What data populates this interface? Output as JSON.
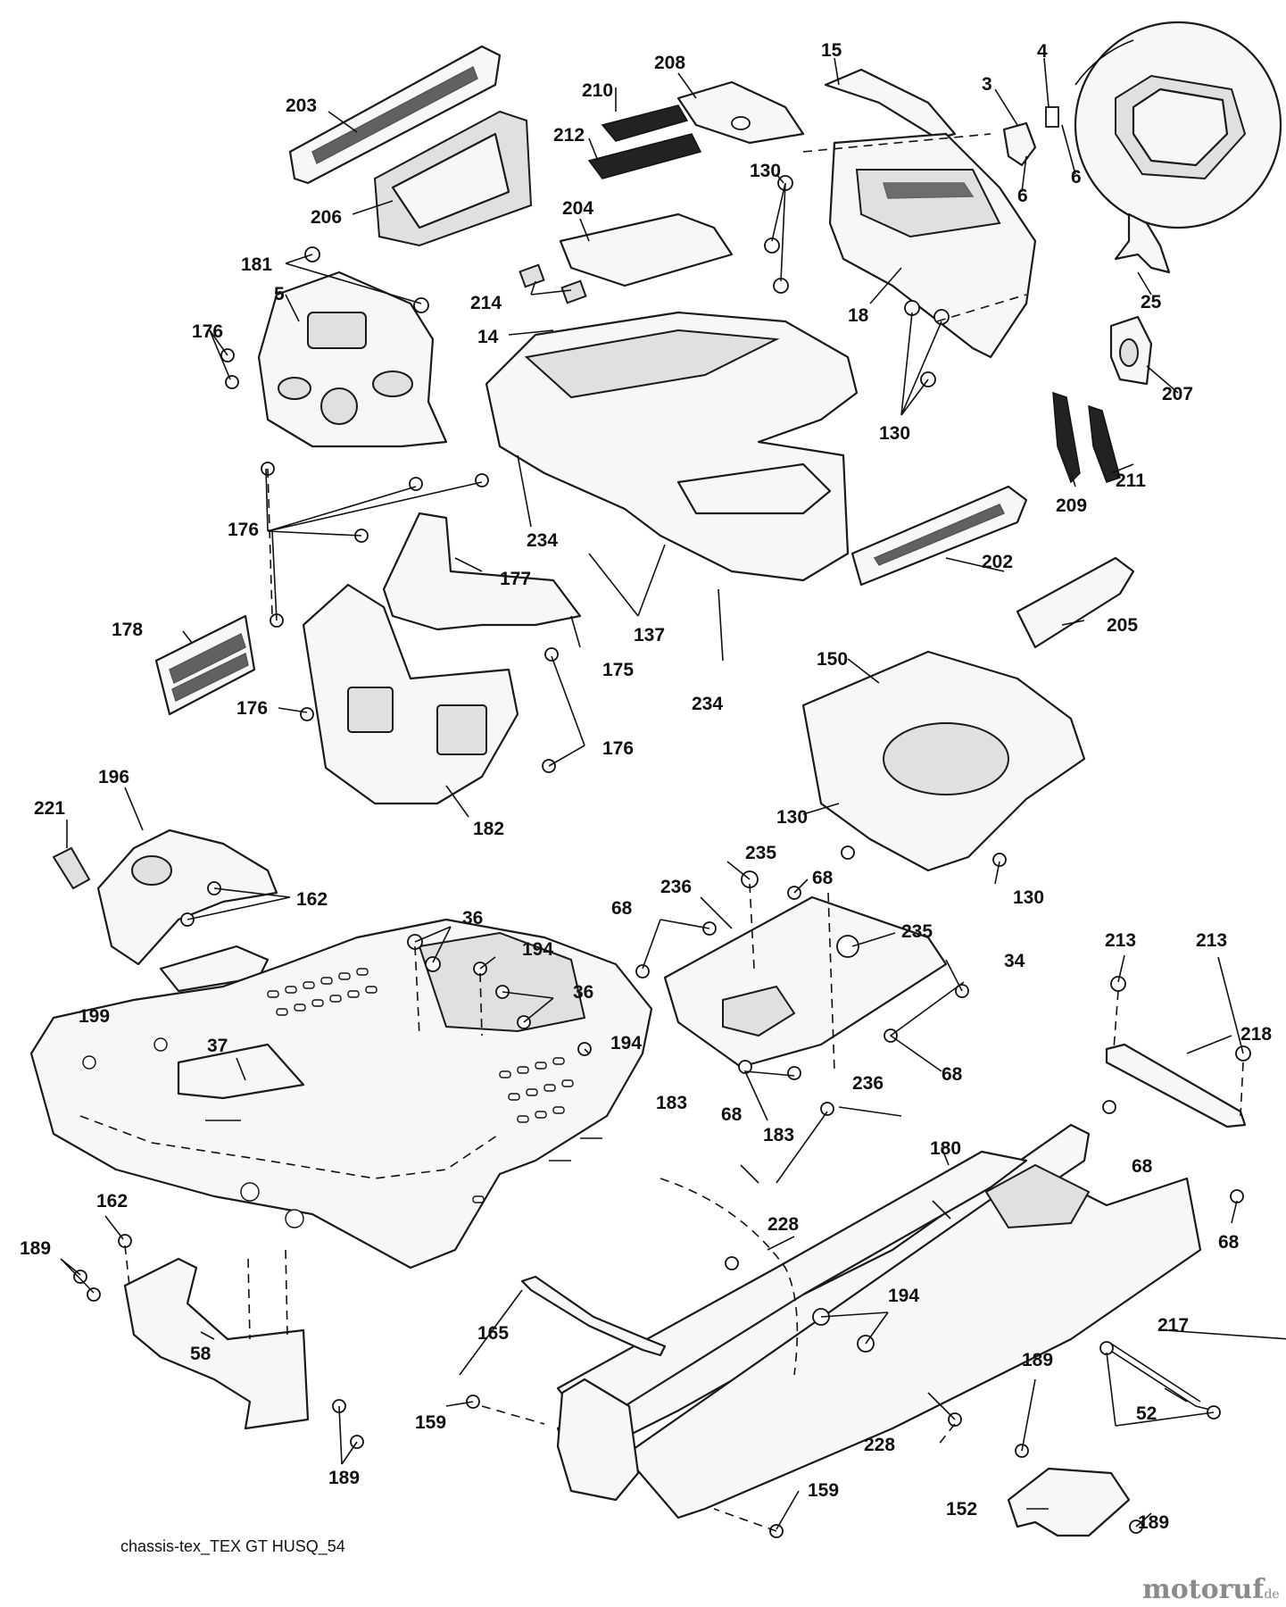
{
  "caption": "chassis-tex_TEX GT HUSQ_54",
  "watermark": {
    "main": "motoruf",
    "suffix": ".de"
  },
  "labels": {
    "l203": "203",
    "l206": "206",
    "l210": "210",
    "l212": "212",
    "l208": "208",
    "l15": "15",
    "l4": "4",
    "l3": "3",
    "l6a": "6",
    "l6b": "6",
    "l130a": "130",
    "l204": "204",
    "l214": "214",
    "l181": "181",
    "l5": "5",
    "l176a": "176",
    "l14": "14",
    "l18": "18",
    "l25": "25",
    "l130b": "130",
    "l207": "207",
    "l209": "209",
    "l211": "211",
    "l176b": "176",
    "l234a": "234",
    "l177": "177",
    "l137": "137",
    "l202": "202",
    "l178": "178",
    "l175": "175",
    "l234b": "234",
    "l205": "205",
    "l150": "150",
    "l176c": "176",
    "l176d": "176",
    "l182": "182",
    "l130c": "130",
    "l130d": "130",
    "l196": "196",
    "l221": "221",
    "l162a": "162",
    "l235a": "235",
    "l236a": "236",
    "l68a": "68",
    "l68b": "68",
    "l235b": "235",
    "l34": "34",
    "l36a": "36",
    "l194a": "194",
    "l36b": "36",
    "l199": "199",
    "l37": "37",
    "l194b": "194",
    "l68c": "68",
    "l213a": "213",
    "l213b": "213",
    "l218": "218",
    "l183a": "183",
    "l68d": "68",
    "l236b": "236",
    "l183b": "183",
    "l68e": "68",
    "l180": "180",
    "l162b": "162",
    "l189a": "189",
    "l228a": "228",
    "l68f": "68",
    "l194c": "194",
    "l165": "165",
    "l58": "58",
    "l217": "217",
    "l189b": "189",
    "l52": "52",
    "l159a": "159",
    "l228b": "228",
    "l189c": "189",
    "l159b": "159",
    "l152": "152",
    "l189d": "189"
  }
}
